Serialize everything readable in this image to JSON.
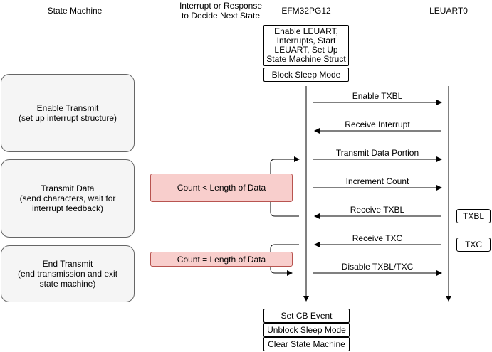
{
  "headers": {
    "state_machine": "State Machine",
    "interrupt": [
      "Interrupt or Response",
      "to Decide Next State"
    ],
    "mcu": "EFM32PG12",
    "peripheral": "LEUART0"
  },
  "setup_box": [
    "Enable LEUART,",
    "Interrupts, Start",
    "LEUART, Set Up",
    "State Machine Struct"
  ],
  "block_sleep": "Block Sleep Mode",
  "states": [
    {
      "title": "Enable Transmit",
      "desc": [
        "(set up interrupt structure)"
      ]
    },
    {
      "title": "Transmit Data",
      "desc": [
        "(send characters, wait for",
        "interrupt feedback)"
      ]
    },
    {
      "title": "End Transmit",
      "desc": [
        "(end transmission and exit",
        "state machine)"
      ]
    }
  ],
  "conditions": {
    "less": "Count < Length of Data",
    "equal": "Count = Length of Data"
  },
  "messages": [
    "Enable TXBL",
    "Receive Interrupt",
    "Transmit Data Portion",
    "Increment Count",
    "Receive TXBL",
    "Receive TXC",
    "Disable TXBL/TXC"
  ],
  "side_labels": {
    "txbl": "TXBL",
    "txc": "TXC"
  },
  "end_boxes": [
    "Set CB Event",
    "Unblock Sleep Mode",
    "Clear State Machine"
  ]
}
